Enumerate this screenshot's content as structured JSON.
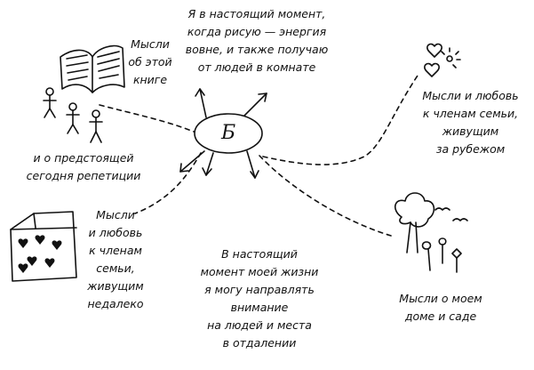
{
  "center": {
    "letter": "Б"
  },
  "labels": {
    "top": "Я в настоящий момент,\nкогда рисую — энергия\nвовне, и также получаю\nот людей в комнате",
    "book": "Мысли\nоб этой\nкниге",
    "rehearsal": "и о предстоящей\nсегодня репетиции",
    "abroad": "Мысли и любовь\nк членам семьи,\nживущим\nза рубежом",
    "nearby": "Мысли\nи любовь\nк членам\nсемьи,\nживущим\nнедалеко",
    "bottom": "В настоящий\nмомент моей жизни\nя могу направлять\nвнимание\nна людей и места\nв отдалении",
    "home": "Мысли о моем\nдоме и саде"
  }
}
